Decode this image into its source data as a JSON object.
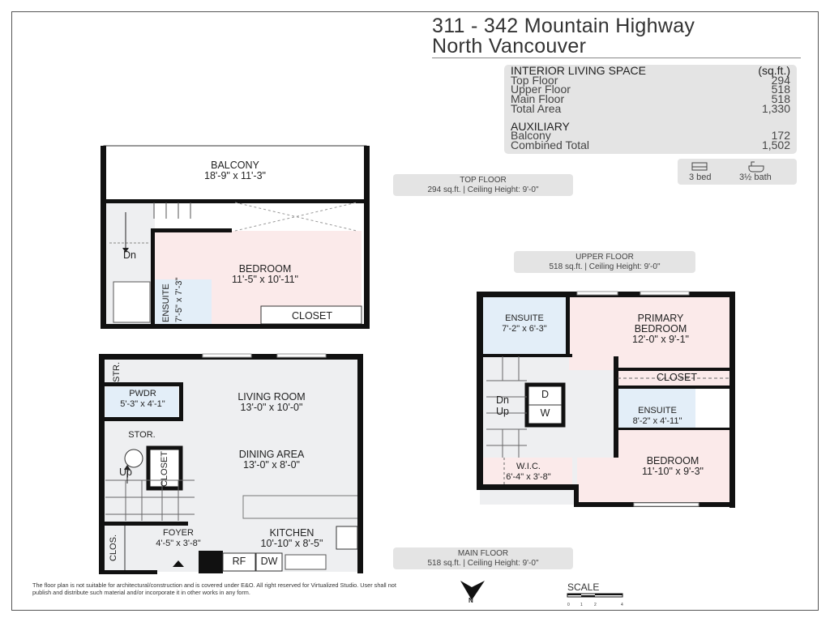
{
  "title": {
    "line1": "311 - 342 Mountain Highway",
    "line2": "North Vancouver"
  },
  "summary": {
    "interior_heading": "INTERIOR LIVING SPACE",
    "unit": "(sq.ft.)",
    "rows": [
      {
        "label": "Top Floor",
        "value": "294"
      },
      {
        "label": "Upper Floor",
        "value": "518"
      },
      {
        "label": "Main Floor",
        "value": "518"
      },
      {
        "label": "Total Area",
        "value": "1,330"
      }
    ],
    "auxiliary_heading": "AUXILIARY",
    "aux_rows": [
      {
        "label": "Balcony",
        "value": "172"
      },
      {
        "label": "Combined Total",
        "value": "1,502"
      }
    ],
    "beds": "3 bed",
    "baths": "3½ bath",
    "bed_icon": "bed-icon",
    "bath_icon": "bathtub-icon"
  },
  "floors": {
    "top": {
      "name": "TOP FLOOR",
      "detail": "294 sq.ft. | Ceiling Height: 9'-0\""
    },
    "upper": {
      "name": "UPPER FLOOR",
      "detail": "518 sq.ft. | Ceiling Height: 9'-0\""
    },
    "main": {
      "name": "MAIN FLOOR",
      "detail": "518 sq.ft. | Ceiling Height: 9'-0\""
    }
  },
  "rooms": {
    "balcony": {
      "name": "BALCONY",
      "dim": "18'-9\" x 11'-3\""
    },
    "top_bedroom": {
      "name": "BEDROOM",
      "dim": "11'-5\" x 10'-11\""
    },
    "top_ensuite": {
      "name": "ENSUITE",
      "dim": "7'-5\" x 7'-3\""
    },
    "top_closet": "CLOSET",
    "top_dn": "Dn",
    "living": {
      "name": "LIVING ROOM",
      "dim": "13'-0\" x 10'-0\""
    },
    "dining": {
      "name": "DINING AREA",
      "dim": "13'-0\" x 8'-0\""
    },
    "kitchen": {
      "name": "KITCHEN",
      "dim": "10'-10\" x 8'-5\""
    },
    "pwdr": {
      "name": "PWDR",
      "dim": "5'-3\" x 4'-1\""
    },
    "foyer": {
      "name": "FOYER",
      "dim": "4'-5\" x 3'-8\""
    },
    "str": "STR.",
    "stor": "STOR.",
    "main_closet": "CLOSET",
    "clos": "CLOS.",
    "main_up": "Up",
    "rf": "RF",
    "dw": "DW",
    "primary": {
      "name1": "PRIMARY",
      "name2": "BEDROOM",
      "dim": "12'-0\" x 9'-1\""
    },
    "upper_ensuite1": {
      "name": "ENSUITE",
      "dim": "7'-2\" x 6'-3\""
    },
    "upper_closet": "CLOSET",
    "upper_ensuite2": {
      "name": "ENSUITE",
      "dim": "8'-2\" x 4'-11\""
    },
    "upper_bedroom": {
      "name": "BEDROOM",
      "dim": "11'-10\" x 9'-3\""
    },
    "wic": {
      "name": "W.I.C.",
      "dim": "6'-4\" x 3'-8\""
    },
    "dryer": "D",
    "washer": "W",
    "upper_dn": "Dn",
    "upper_up": "Up"
  },
  "disclaimer": "The floor plan is not suitable for architectural/construction and is covered under E&O. All right reserved for Virtualized Studio. User shall not publish and distribute such material and/or incorporate it in other works in any form.",
  "north": "N",
  "scale": {
    "label": "SCALE",
    "ticks": [
      "0",
      "1",
      "2",
      "4"
    ]
  },
  "colors": {
    "bedroom": "#fbeaea",
    "bath": "#e3eef8",
    "common": "#eeeff1",
    "wall": "#111111",
    "label_bg": "#e4e4e4"
  }
}
